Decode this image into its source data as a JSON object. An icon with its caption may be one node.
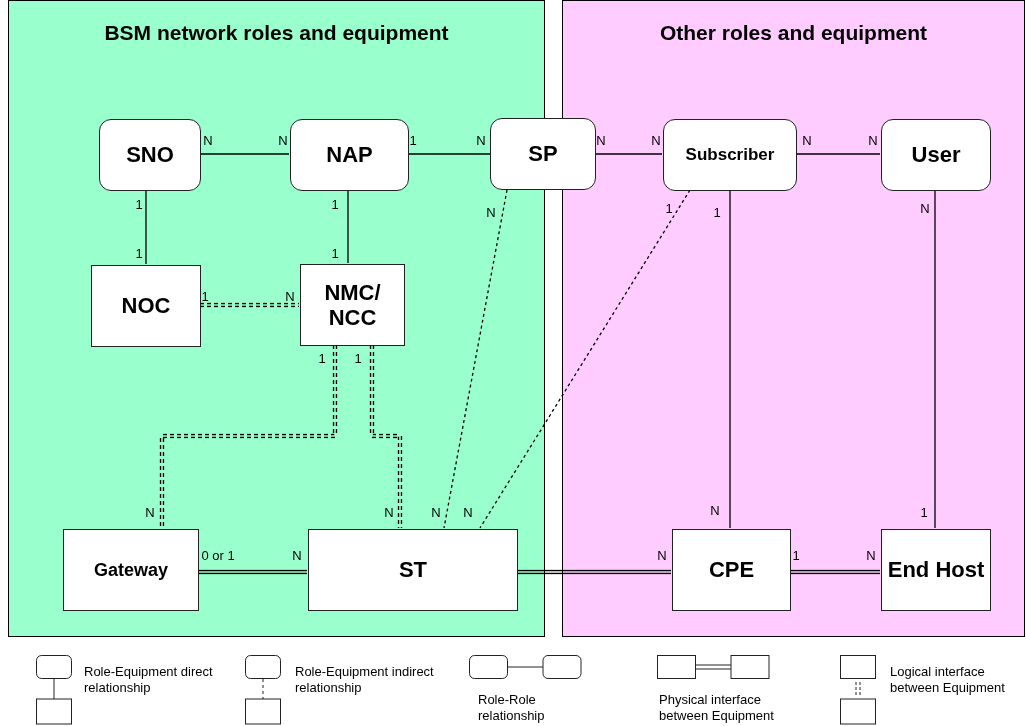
{
  "diagram": {
    "nodes": [
      {
        "text": [
          "BSM network roles and equipment"
        ]
      },
      {
        "text": [
          "Other roles and equipment"
        ]
      },
      {
        "text": [
          "SNO"
        ],
        "in": 0
      },
      {
        "text": [
          "NAP"
        ],
        "in": 0
      },
      {
        "text": [
          "SP"
        ]
      },
      {
        "text": [
          "Subscriber"
        ],
        "in": 1
      },
      {
        "text": [
          "User"
        ],
        "in": 1
      },
      {
        "text": [
          "NOC"
        ],
        "in": 0
      },
      {
        "text": [
          "NMC/ NCC"
        ],
        "in": 0
      },
      {
        "text": [
          "Gateway"
        ],
        "in": 0
      },
      {
        "text": [
          "ST"
        ],
        "in": 0
      },
      {
        "text": [
          "CPE"
        ],
        "in": 1
      },
      {
        "text": [
          "End Host"
        ],
        "in": 1
      }
    ],
    "edges": [
      {
        "from": 2,
        "to": 3,
        "arrow": "none"
      },
      {
        "from": 3,
        "to": 4,
        "arrow": "none"
      },
      {
        "from": 4,
        "to": 5,
        "arrow": "none"
      },
      {
        "from": 5,
        "to": 6,
        "arrow": "none"
      },
      {
        "from": 2,
        "to": 7,
        "arrow": "none"
      },
      {
        "from": 3,
        "to": 8,
        "arrow": "none"
      },
      {
        "from": 7,
        "to": 8,
        "arrow": "none",
        "style": "dashed"
      },
      {
        "from": 8,
        "to": 9,
        "arrow": "none",
        "style": "dashed"
      },
      {
        "from": 8,
        "to": 10,
        "arrow": "none",
        "style": "dashed"
      },
      {
        "from": 4,
        "to": 10,
        "arrow": "none",
        "style": "dashed"
      },
      {
        "from": 5,
        "to": 10,
        "arrow": "none",
        "style": "dashed"
      },
      {
        "from": 5,
        "to": 11,
        "arrow": "none"
      },
      {
        "from": 6,
        "to": 12,
        "arrow": "none"
      },
      {
        "from": 9,
        "to": 10,
        "arrow": "none",
        "style": "thick"
      },
      {
        "from": 10,
        "to": 11,
        "arrow": "none",
        "style": "thick"
      },
      {
        "from": 11,
        "to": 12,
        "arrow": "none",
        "style": "thick"
      }
    ],
    "labels": [
      "N",
      "N",
      "1",
      "N",
      "N",
      "N",
      "N",
      "N",
      "1",
      "1",
      "N",
      "1",
      "1",
      "N",
      "1",
      "1",
      "1",
      "N",
      "1",
      "1",
      "N",
      "N",
      "N",
      "N",
      "N",
      "1",
      "0 or 1",
      "N",
      "N",
      "1",
      "N"
    ],
    "legend": [
      {
        "text": "Role-Equipment direct relationship"
      },
      {
        "text": "Role-Equipment indirect relationship"
      },
      {
        "text": "Role-Role relationship"
      },
      {
        "text": "Physical interface between Equipment"
      },
      {
        "text": "Logical interface between Equipment"
      }
    ]
  }
}
